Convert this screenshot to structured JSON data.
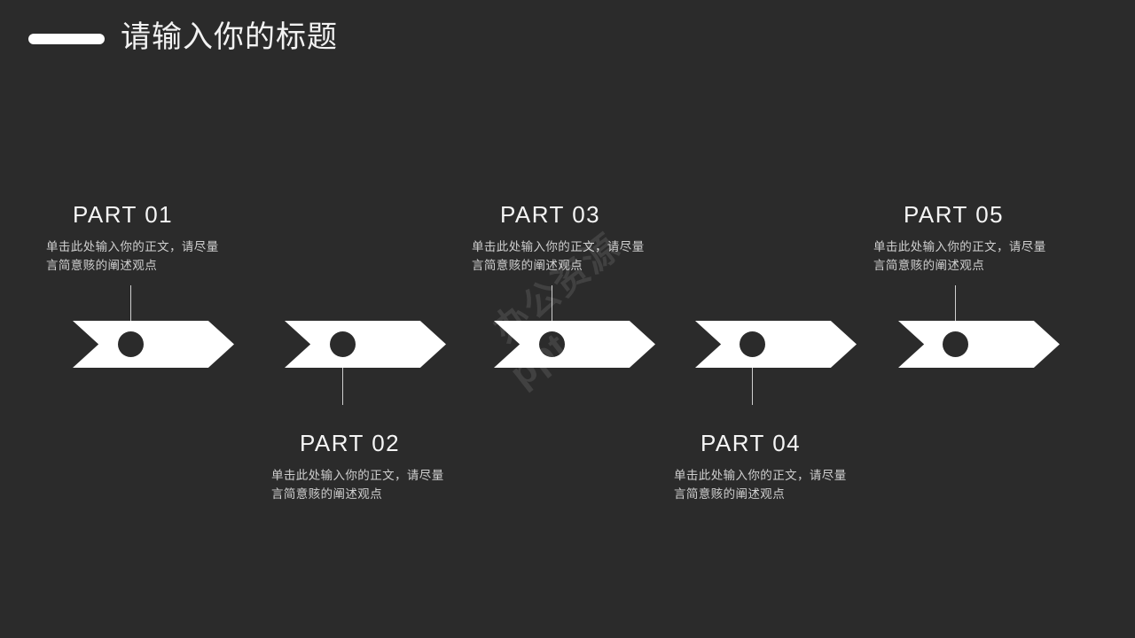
{
  "theme": {
    "background_color": "#2b2b2b",
    "shape_color": "#ffffff",
    "dot_color": "#2b2b2b",
    "heading_color": "#f5f5f5",
    "body_color": "#cfcfcf",
    "connector_color": "#cfcfcf"
  },
  "header": {
    "title": "请输入你的标题",
    "accent_bar": "rounded-pill"
  },
  "watermark": {
    "cn": "办公资源",
    "en": "ppt"
  },
  "parts": [
    {
      "id": "part-01",
      "heading": "PART 01",
      "body_line1": "单击此处输入你的正文，请尽量",
      "body_line2": "言简意赅的阐述观点",
      "position": "above",
      "align": "left"
    },
    {
      "id": "part-02",
      "heading": "PART 02",
      "body_line1": "单击此处输入你的正文，请尽量",
      "body_line2": "言简意赅的阐述观点",
      "position": "below",
      "align": "left"
    },
    {
      "id": "part-03",
      "heading": "PART 03",
      "body_line1": "单击此处输入你的正文，请尽量",
      "body_line2": "言简意赅的阐述观点",
      "position": "above",
      "align": "left"
    },
    {
      "id": "part-04",
      "heading": "PART 04",
      "body_line1": "单击此处输入你的正文，请尽量",
      "body_line2": "言简意赅的阐述观点",
      "position": "below",
      "align": "left"
    },
    {
      "id": "part-05",
      "heading": "PART 05",
      "body_line1": "单击此处输入你的正文，请尽量",
      "body_line2": "言简意赅的阐述观点",
      "position": "above",
      "align": "left"
    }
  ]
}
